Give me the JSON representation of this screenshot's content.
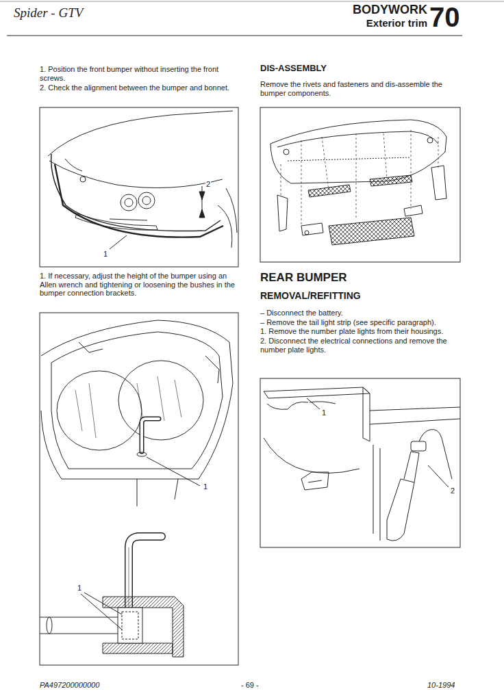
{
  "diagram": {
    "labels": [
      "Spider - GTV",
      "BODYWORK",
      "Exterior trim",
      "70",
      "1. Position the front bumper without inserting the front screws.",
      "2. Check the alignment between the bumper and bonnet.",
      "2",
      "1",
      "1. If necessary, adjust the height of the bumper using an Allen wrench and tightening or loosening the bushes in the bumper connection brackets.",
      "1",
      "1",
      "DIS-ASSEMBLY",
      "Remove the rivets and fasteners and dis-assemble the bumper components.",
      "REAR BUMPER",
      "REMOVAL/REFITTING",
      "– Disconnect the battery.",
      "– Remove the tail light strip (see specific paragraph).",
      "1. Remove the number plate lights from their housings.",
      "2. Disconnect the electrical connections and remove the number plate lights.",
      "1",
      "2",
      "PA497200000000",
      "- 69 -",
      "10-1994"
    ]
  }
}
